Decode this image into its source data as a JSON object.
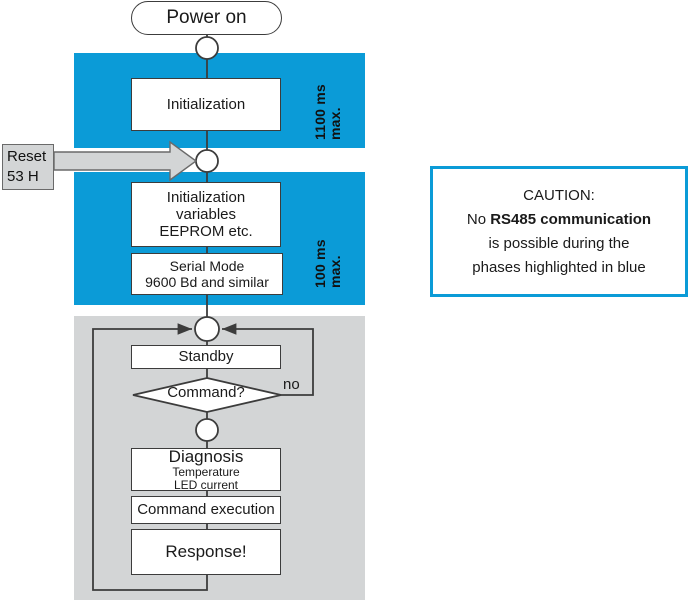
{
  "diagram": {
    "title": "Power-on / command-loop flowchart",
    "colors": {
      "phase_blue": "#0b9bd7",
      "loop_gray": "#d3d5d6",
      "outline": "#3c3c3c",
      "text": "#1a1a1a"
    },
    "start_node": {
      "label": "Power on"
    },
    "phases": [
      {
        "id": "phase-1100",
        "timing_line1": "1100 ms",
        "timing_line2": "max."
      },
      {
        "id": "phase-100",
        "timing_line1": "100 ms",
        "timing_line2": "max."
      }
    ],
    "reset_callout": {
      "line1": "Reset",
      "line2": "53 H"
    },
    "nodes": {
      "initialization": {
        "line1": "Initialization"
      },
      "init_variables": {
        "line1": "Initialization",
        "line2": "variables",
        "line3": "EEPROM etc."
      },
      "serial_mode": {
        "line1": "Serial Mode",
        "line2": "9600 Bd and similar"
      },
      "standby": {
        "line1": "Standby"
      },
      "command_decision": {
        "label": "Command?",
        "branch_no": "no"
      },
      "diagnosis": {
        "line1": "Diagnosis",
        "line2": "Temperature",
        "line3": "LED current"
      },
      "command_execution": {
        "line1": "Command execution"
      },
      "response": {
        "line1": "Response!"
      }
    }
  },
  "caution": {
    "line1": "CAUTION:",
    "line2_prefix": "No ",
    "line2_bold": "RS485 communication",
    "line3": "is possible during the",
    "line4": "phases highlighted in blue"
  }
}
